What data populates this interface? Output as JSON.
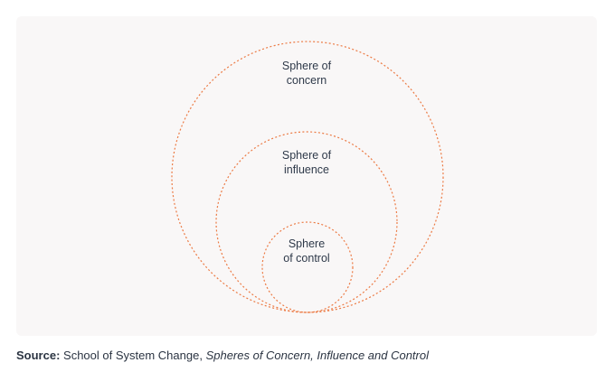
{
  "diagram": {
    "stroke_color": "#ec7b45",
    "background": "#f9f7f7",
    "spheres": [
      {
        "line1": "Sphere of",
        "line2": "concern"
      },
      {
        "line1": "Sphere of",
        "line2": "influence"
      },
      {
        "line1": "Sphere",
        "line2": "of control"
      }
    ]
  },
  "caption": {
    "source_label": "Source:",
    "source_text": " School of System Change, ",
    "source_title": "Spheres of Concern, Influence and Control"
  }
}
